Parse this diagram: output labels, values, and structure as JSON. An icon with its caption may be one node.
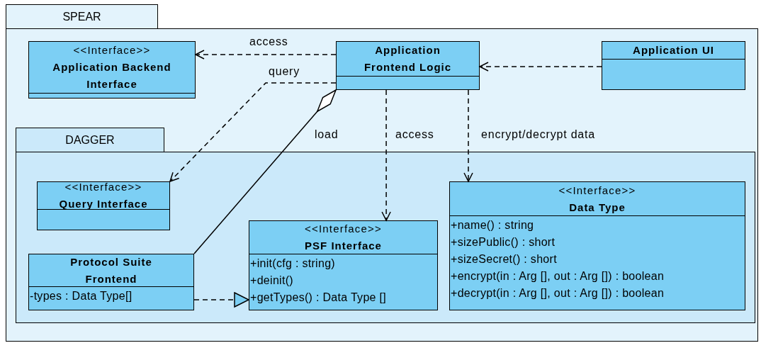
{
  "diagram": {
    "nodes": [
      {
        "text": [
          "SPEAR"
        ]
      },
      {
        "text": [
          "<<Interface>>",
          "Application Backend Interface"
        ],
        "in": 0
      },
      {
        "text": [
          "Application Frontend Logic"
        ],
        "in": 0
      },
      {
        "text": [
          "Application UI"
        ],
        "in": 0
      },
      {
        "text": [
          "DAGGER"
        ],
        "in": 0
      },
      {
        "text": [
          "<<Interface>>",
          "Query Interface"
        ],
        "in": 4
      },
      {
        "text": [
          "Protocol Suite Frontend",
          "-types : Data Type[]"
        ],
        "in": 4
      },
      {
        "text": [
          "<<Interface>>",
          "PSF Interface",
          "+init(cfg : string)",
          "+deinit()",
          "+getTypes() : Data Type []"
        ],
        "in": 4
      },
      {
        "text": [
          "<<Interface>>",
          "Data Type",
          "+name() : string",
          "+sizePublic() : short",
          "+sizeSecret() : short",
          "+encrypt(in : Arg [], out : Arg []) : boolean",
          "+decrypt(in : Arg [], out : Arg []) : boolean"
        ],
        "in": 4
      }
    ],
    "edges": [
      {
        "from": 2,
        "to": 1,
        "arrow": "to",
        "label": "access",
        "style": "dashed"
      },
      {
        "from": 3,
        "to": 2,
        "arrow": "to",
        "style": "dashed"
      },
      {
        "from": 2,
        "to": 5,
        "arrow": "to",
        "label": "query",
        "style": "dashed"
      },
      {
        "from": 6,
        "to": 2,
        "arrow": "other",
        "label": "load"
      },
      {
        "from": 2,
        "to": 7,
        "arrow": "to",
        "label": "access",
        "style": "dashed"
      },
      {
        "from": 2,
        "to": 8,
        "arrow": "to",
        "label": "encrypt/decrypt data",
        "style": "dashed"
      },
      {
        "from": 6,
        "to": 7,
        "arrow": "to",
        "style": "dashed"
      }
    ]
  }
}
